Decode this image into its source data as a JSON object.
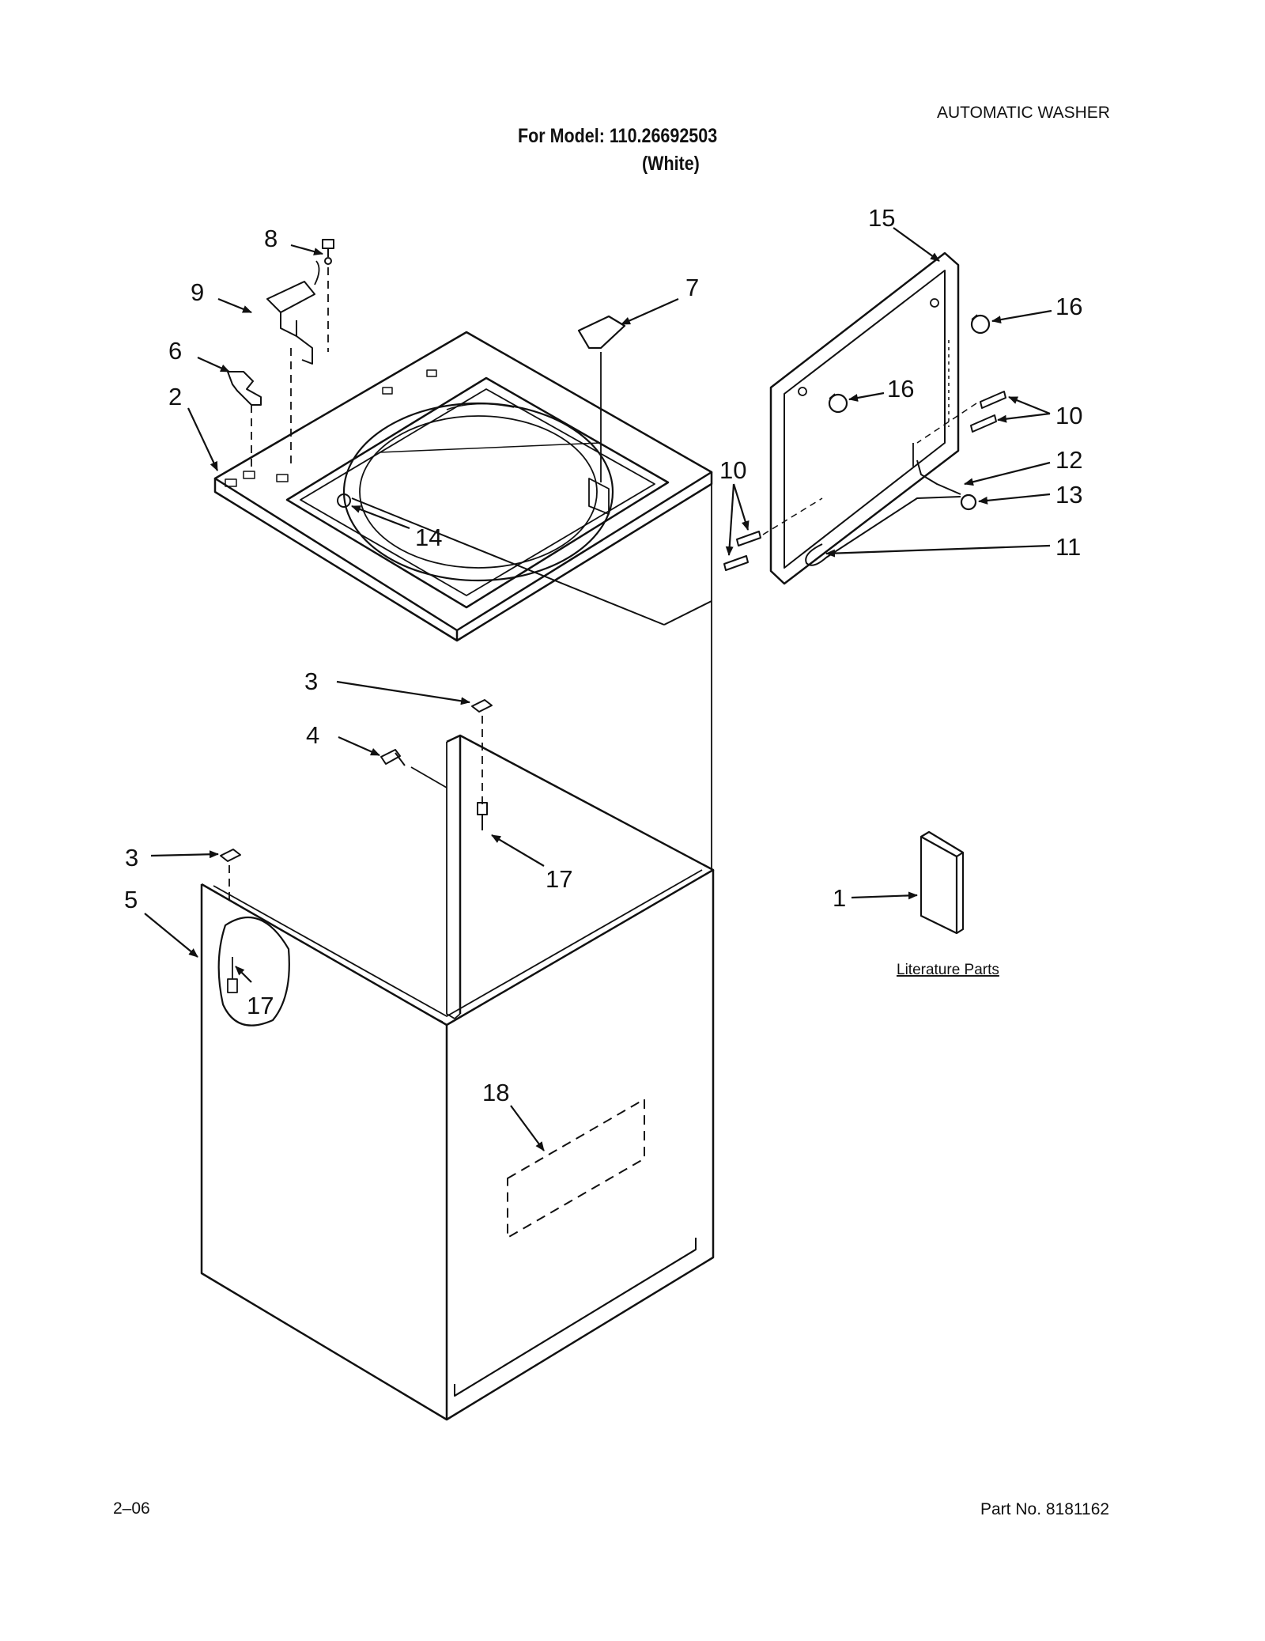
{
  "header": {
    "title_right": "AUTOMATIC WASHER",
    "model_line": "For Model: 110.26692503",
    "model_color": "(White)"
  },
  "footer": {
    "date_code": "2–06",
    "part_number": "Part No. 8181162"
  },
  "literature": {
    "label": "Literature Parts"
  },
  "callouts": {
    "c1": "1",
    "c2": "2",
    "c3a": "3",
    "c3b": "3",
    "c4": "4",
    "c5": "5",
    "c6": "6",
    "c7": "7",
    "c8": "8",
    "c9": "9",
    "c10a": "10",
    "c10b": "10",
    "c11": "11",
    "c12": "12",
    "c13": "13",
    "c14": "14",
    "c15": "15",
    "c16a": "16",
    "c16b": "16",
    "c17a": "17",
    "c17b": "17",
    "c18": "18"
  },
  "colors": {
    "line": "#111111",
    "paper": "#ffffff"
  }
}
